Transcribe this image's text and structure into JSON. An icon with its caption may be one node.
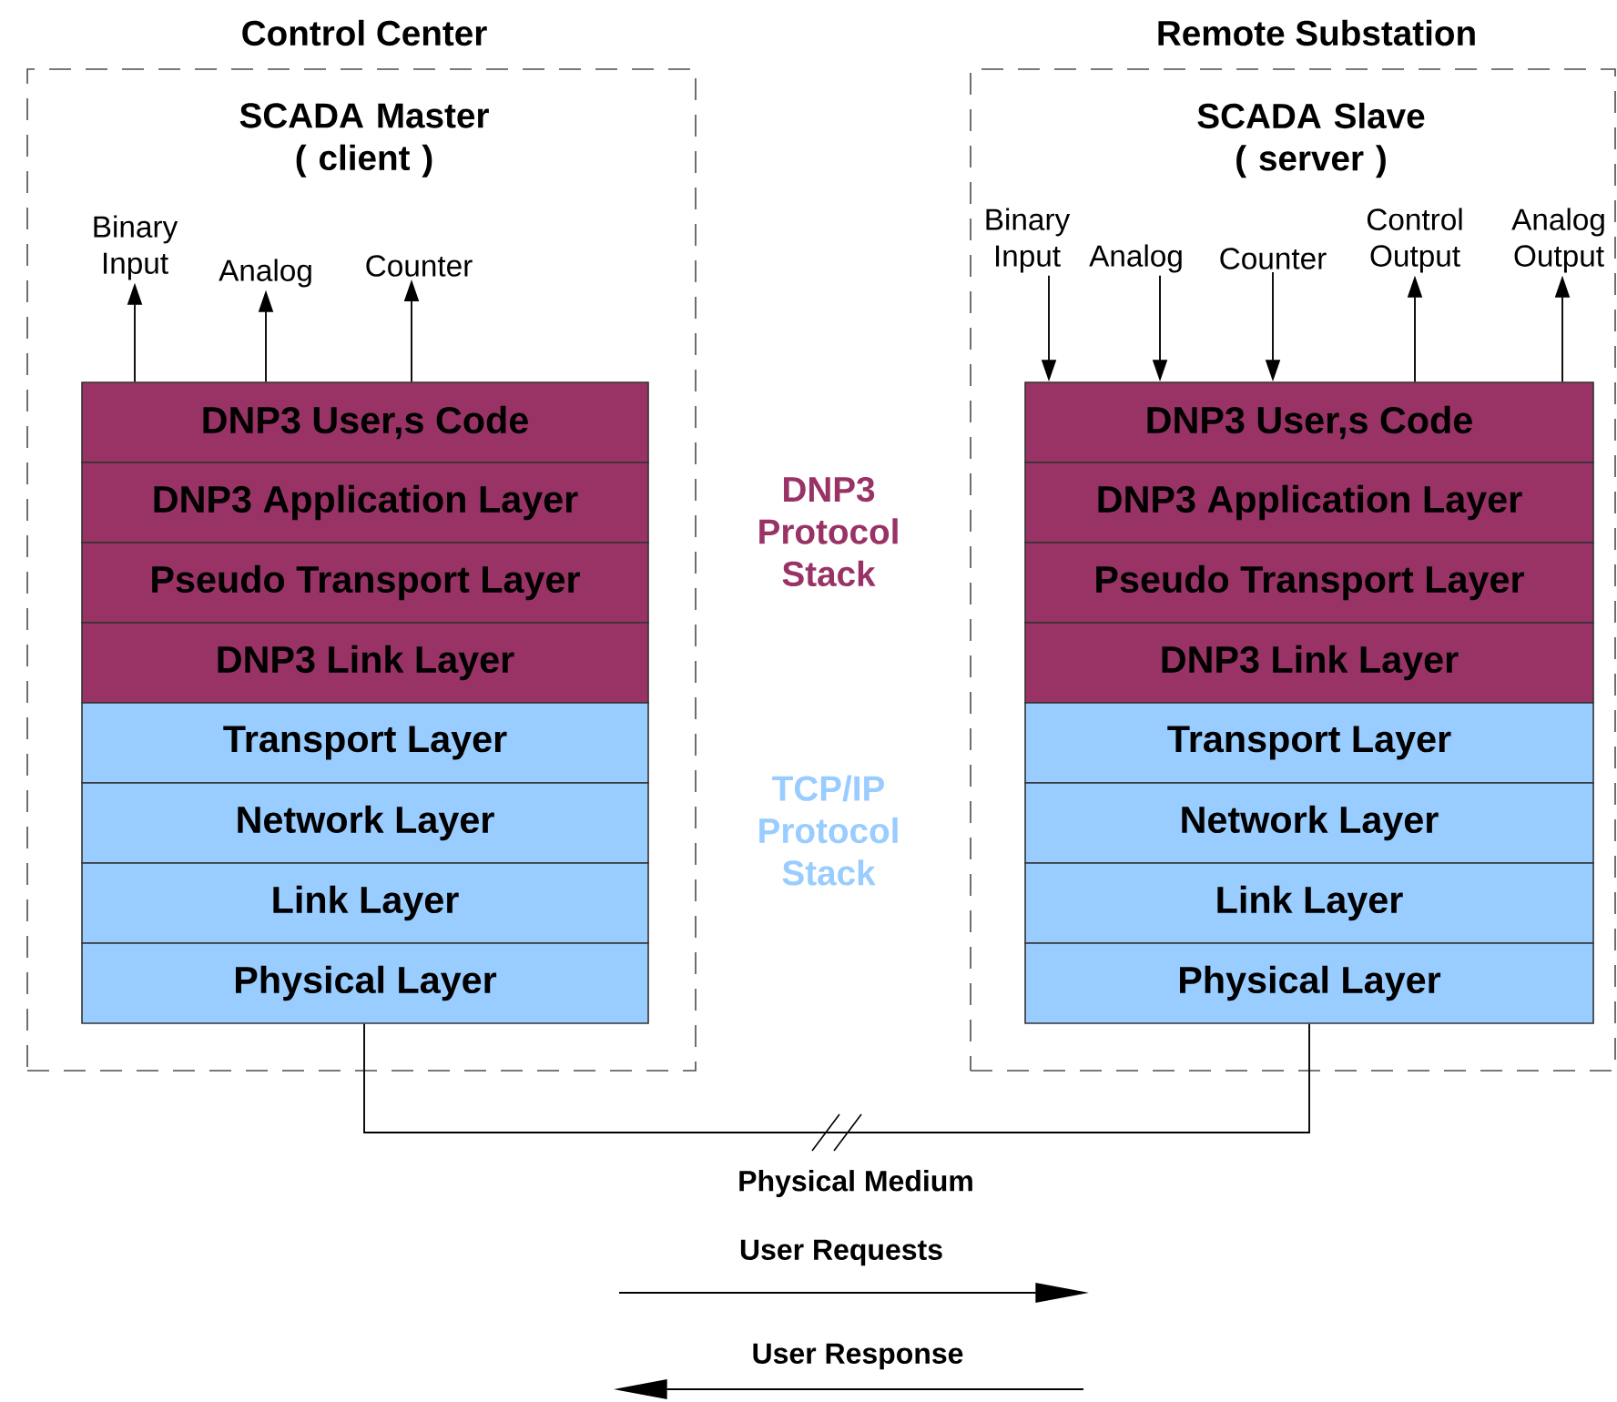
{
  "diagram": {
    "nodes": [
      {
        "text": [
          "Control Center",
          "SCADA Master ( client )"
        ]
      },
      {
        "text": [
          "DNP3 User,s Code"
        ],
        "in": 0
      },
      {
        "text": [
          "DNP3 Application Layer"
        ],
        "in": 0
      },
      {
        "text": [
          "Pseudo Transport Layer"
        ],
        "in": 0
      },
      {
        "text": [
          "DNP3 Link Layer"
        ],
        "in": 0
      },
      {
        "text": [
          "Transport Layer"
        ],
        "in": 0
      },
      {
        "text": [
          "Network Layer"
        ],
        "in": 0
      },
      {
        "text": [
          "Link Layer"
        ],
        "in": 0
      },
      {
        "text": [
          "Physical Layer"
        ],
        "in": 0
      },
      {
        "text": [
          "Remote Substation",
          "SCADA Slave ( server )"
        ]
      },
      {
        "text": [
          "DNP3 User,s Code"
        ],
        "in": 9
      },
      {
        "text": [
          "DNP3 Application Layer"
        ],
        "in": 9
      },
      {
        "text": [
          "Pseudo Transport Layer"
        ],
        "in": 9
      },
      {
        "text": [
          "DNP3 Link Layer"
        ],
        "in": 9
      },
      {
        "text": [
          "Transport Layer"
        ],
        "in": 9
      },
      {
        "text": [
          "Network Layer"
        ],
        "in": 9
      },
      {
        "text": [
          "Link Layer"
        ],
        "in": 9
      },
      {
        "text": [
          "Physical Layer"
        ],
        "in": 9
      },
      {
        "text": [
          "Binary Input"
        ],
        "in": 0
      },
      {
        "text": [
          "Analog"
        ],
        "in": 0
      },
      {
        "text": [
          "Counter"
        ],
        "in": 0
      },
      {
        "text": [
          "Binary Input"
        ],
        "in": 9
      },
      {
        "text": [
          "Analog"
        ],
        "in": 9
      },
      {
        "text": [
          "Counter"
        ],
        "in": 9
      },
      {
        "text": [
          "Control Output"
        ],
        "in": 9
      },
      {
        "text": [
          "Analog Output"
        ],
        "in": 9
      }
    ],
    "edges": [
      {
        "from": 1,
        "to": 18,
        "arrow": "to"
      },
      {
        "from": 1,
        "to": 19,
        "arrow": "to"
      },
      {
        "from": 1,
        "to": 20,
        "arrow": "to"
      },
      {
        "from": 21,
        "to": 10,
        "arrow": "to"
      },
      {
        "from": 22,
        "to": 10,
        "arrow": "to"
      },
      {
        "from": 23,
        "to": 10,
        "arrow": "to"
      },
      {
        "from": 10,
        "to": 24,
        "arrow": "to"
      },
      {
        "from": 10,
        "to": 25,
        "arrow": "to"
      },
      {
        "from": 8,
        "to": 17,
        "arrow": "none",
        "label": "Physical Medium"
      }
    ],
    "labels": [
      "DNP3 Protocol Stack",
      "TCP/IP Protocol Stack",
      "User Requests",
      "User Response"
    ]
  }
}
